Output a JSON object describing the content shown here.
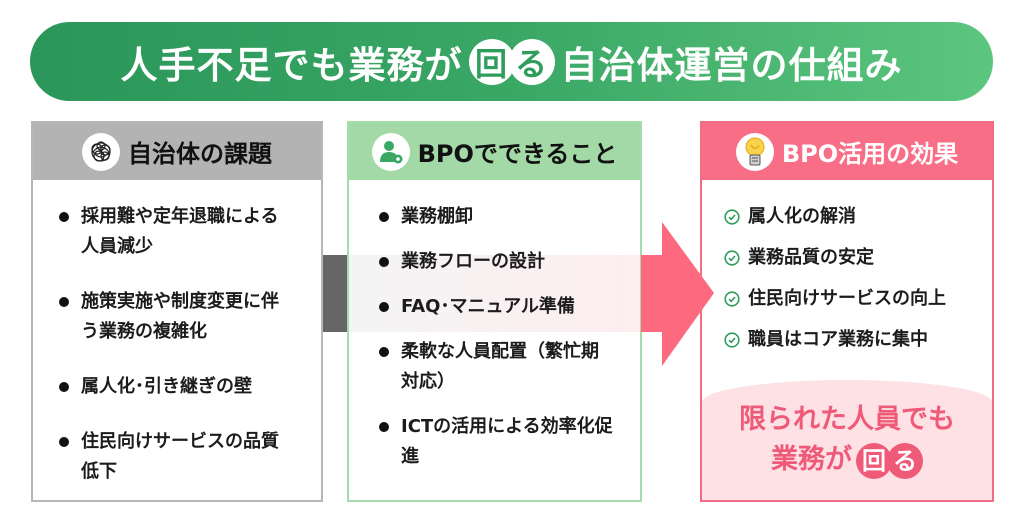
{
  "title": {
    "before": "人手不足でも業務が",
    "keyword_chars": [
      "回",
      "る"
    ],
    "after": "自治体運営の仕組み"
  },
  "columns": [
    {
      "heading": "自治体の課題",
      "icon": "tangled-scribble-icon",
      "items": [
        "採用難や定年退職による人員減少",
        "施策実施や制度変更に伴う業務の複雑化",
        "属人化･引き継ぎの壁",
        "住民向けサービスの品質低下"
      ]
    },
    {
      "heading": "BPOでできること",
      "icon": "person-gear-icon",
      "items": [
        "業務棚卸",
        "業務フローの設計",
        "FAQ･マニュアル準備",
        "柔軟な人員配置（繁忙期対応）",
        "ICTの活用による効率化促進"
      ]
    },
    {
      "heading": "BPO活用の効果",
      "icon": "lightbulb-icon",
      "items": [
        "属人化の解消",
        "業務品質の安定",
        "住民向けサービスの向上",
        "職員はコア業務に集中"
      ],
      "conclusion": {
        "line1": "限られた人員でも",
        "line2_before": "業務が",
        "keyword_chars": [
          "回",
          "る"
        ]
      }
    }
  ],
  "colors": {
    "banner_start": "#2a9659",
    "banner_end": "#5cc67f",
    "challenge_gray": "#b3b3b3",
    "bpo_green": "#a3d9a7",
    "effect_pink": "#f86e86",
    "conclusion_bg": "#fde1e5",
    "conclusion_text": "#ef5a78",
    "check_green": "#2f9d5c"
  }
}
